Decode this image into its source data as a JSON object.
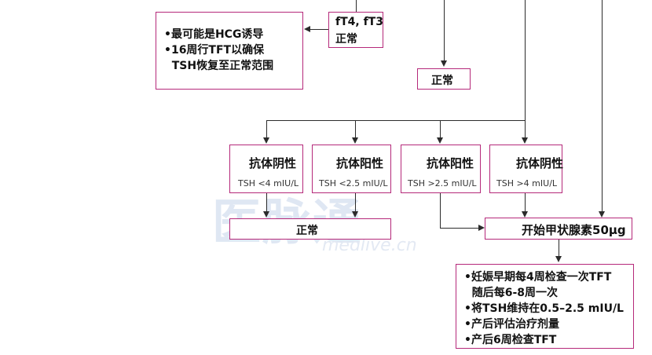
{
  "boxes": {
    "hcg_note": {
      "lines": [
        "•最可能是HCG诱导",
        "•16周行TFT以确保",
        "  TSH恢复至正常范围"
      ]
    },
    "ft4_ft3": {
      "lines": [
        "fT4, fT3",
        "正常"
      ]
    },
    "normal_top": {
      "label": "正常"
    },
    "ab_neg_1": {
      "title": "抗体阴性",
      "threshold": "TSH <4 mIU/L"
    },
    "ab_pos_1": {
      "title": "抗体阳性",
      "threshold": "TSH <2.5 mIU/L"
    },
    "ab_pos_2": {
      "title": "抗体阳性",
      "threshold": "TSH >2.5 mIU/L"
    },
    "ab_neg_2": {
      "title": "抗体阴性",
      "threshold": "TSH >4 mIU/L"
    },
    "normal_mid": {
      "label": "正常"
    },
    "start_dose": {
      "label": "开始甲状腺素50μg"
    },
    "followup": {
      "lines": [
        "•妊娠早期每4周检查一次TFT",
        "  随后每6-8周一次",
        "•将TSH维持在0.5–2.5 mIU/L",
        "•产后评估治疗剂量",
        "•产后6周检查TFT"
      ]
    }
  },
  "watermark": {
    "main": "医脉通",
    "sub": "medlive.cn"
  },
  "colors": {
    "box_border": "#b5297a",
    "line": "#2b2b2b"
  }
}
